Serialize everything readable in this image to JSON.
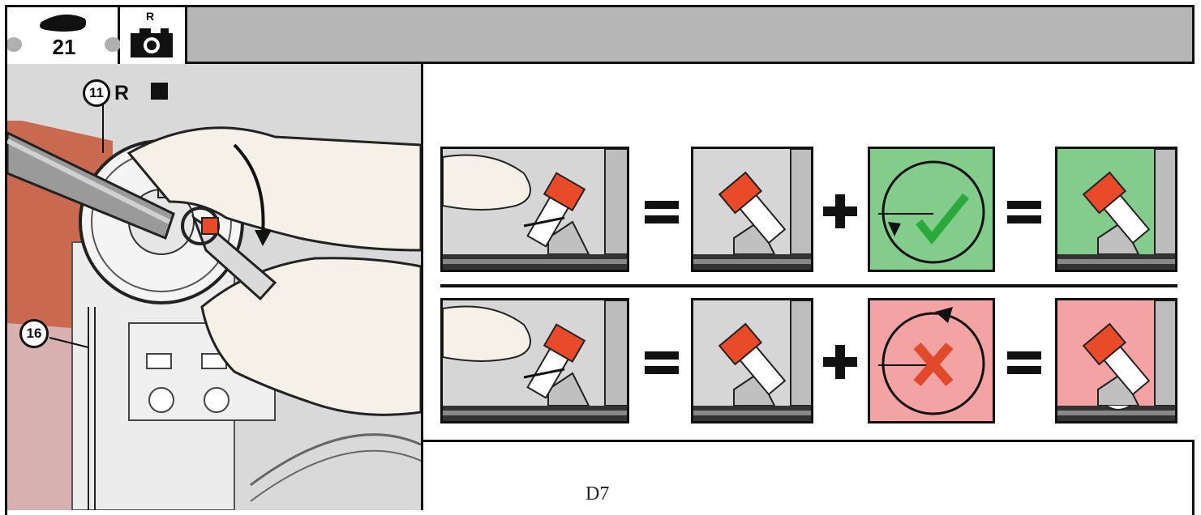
{
  "header": {
    "step_number": "21",
    "camera_label": "R"
  },
  "callouts": {
    "part_11": "11",
    "part_11_suffix": "R",
    "part_16": "16"
  },
  "rows": [
    {
      "result": "correct",
      "operators": [
        "=",
        "+",
        "="
      ],
      "accent": "#84cc8c"
    },
    {
      "result": "incorrect",
      "operators": [
        "=",
        "+",
        "="
      ],
      "accent": "#f3a3a3"
    }
  ],
  "colors": {
    "bolt": "#e84a2a",
    "correct": "#84cc8c",
    "incorrect": "#f3a3a3",
    "check": "#2aaa3a",
    "cross": "#e04a2a",
    "panel_grey": "#d6d6d6",
    "header_grey": "#b6b6b6"
  },
  "icons": [
    "footprint-icon",
    "camera-icon",
    "check-icon",
    "cross-icon",
    "wrench-icon"
  ],
  "page_label": "D7"
}
